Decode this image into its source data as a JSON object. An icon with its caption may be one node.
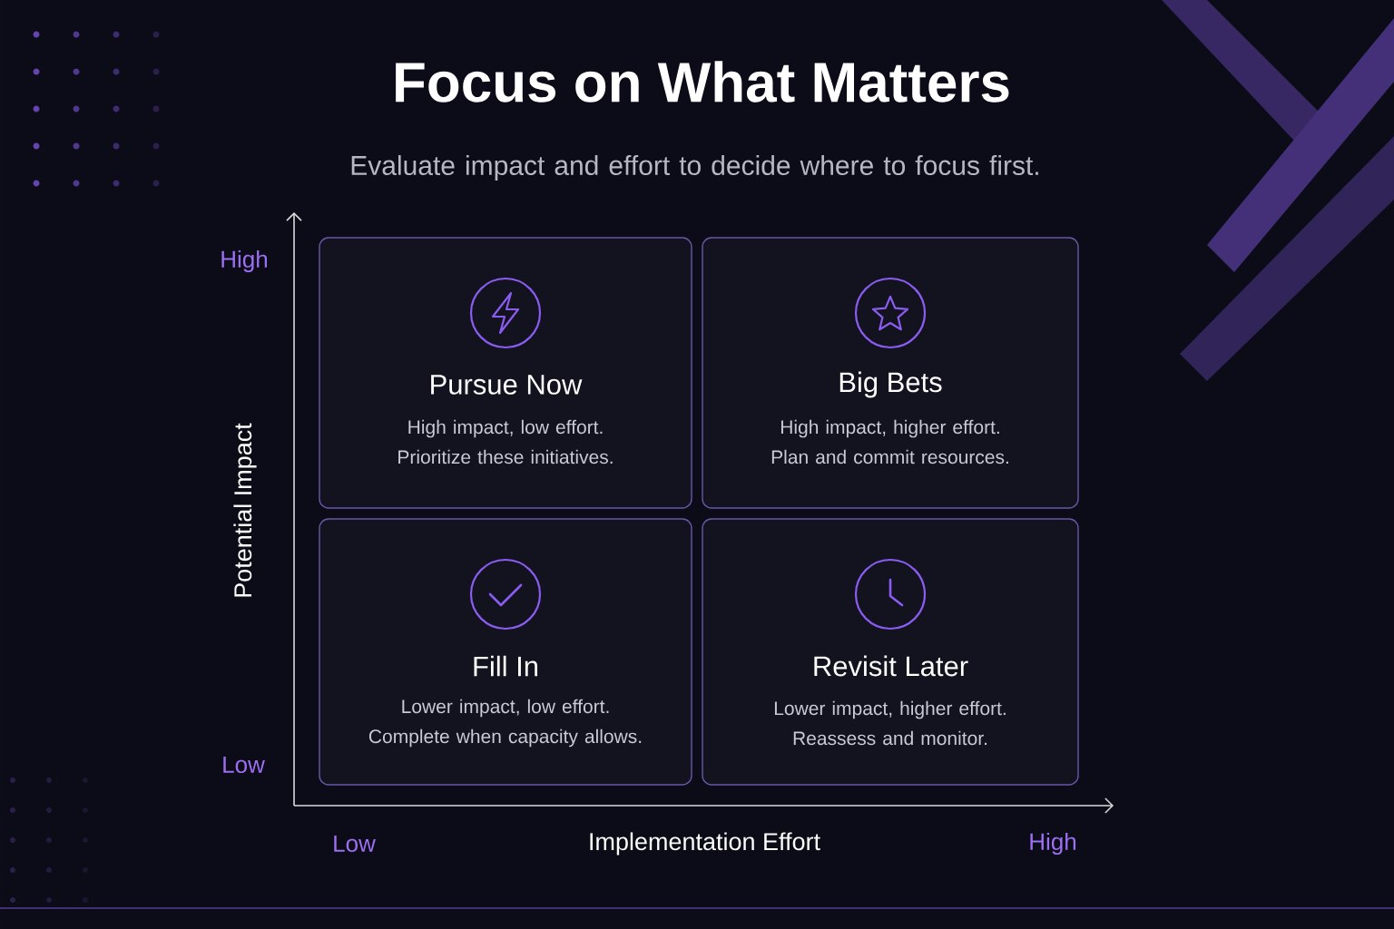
{
  "diagram": {
    "title": "Focus on What Matters",
    "nodes": [
      {
        "text": [
          "Pursue Now",
          "High impact, low effort. Prioritize these initiatives."
        ]
      },
      {
        "text": [
          "Big Bets",
          "High impact, higher effort. Plan and commit resources."
        ]
      },
      {
        "text": [
          "Fill In",
          "Lower impact, low effort. Complete when capacity allows."
        ]
      },
      {
        "text": [
          "Revisit Later",
          "Lower impact, higher effort. Reassess and monitor."
        ]
      }
    ],
    "labels": [
      "Evaluate impact and effort to decide where to focus first.",
      "High",
      "Potential Impact",
      "Low",
      "Low",
      "Implementation Effort",
      "High"
    ]
  }
}
